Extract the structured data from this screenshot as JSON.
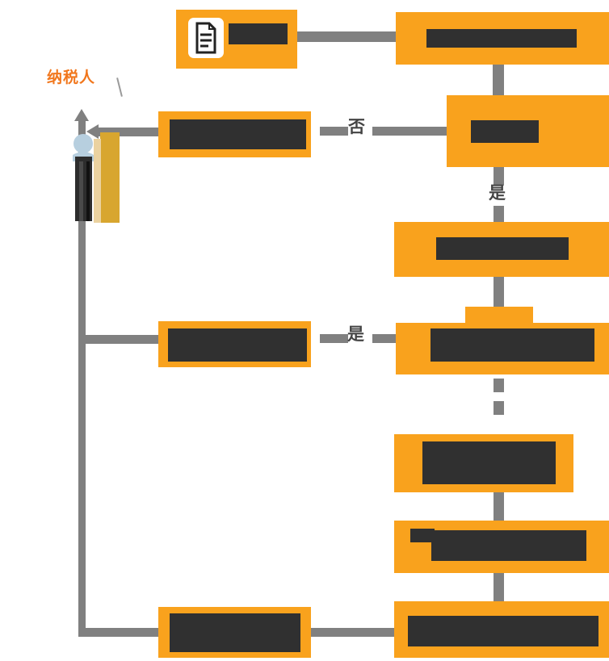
{
  "diagram": {
    "type": "flowchart",
    "description": "Taxpayer process flowchart; step labels shown as dark redacted bars"
  },
  "colors": {
    "canvas_bg": "#FFFFFF",
    "box_orange": "#F9A21D",
    "bar_dark": "#303030",
    "connector_gray": "#808080",
    "taxpayer_label": "#F1771D",
    "decision_text": "#444444",
    "figure_head": "#B7CFDF",
    "figure_gold": "#D8A62F",
    "figure_tan": "#EBD2A0",
    "figure_dark": "#2D2D2D"
  },
  "labels": {
    "taxpayer": "纳税人",
    "no": "否",
    "yes_1": "是",
    "yes_2": "是"
  },
  "icons": {
    "document": "document-icon",
    "person": "taxpayer-figure-icon",
    "arrow_up": "arrow-up-icon",
    "arrow_left": "arrow-left-icon"
  },
  "nodes": [
    {
      "id": "start-with-document-icon",
      "label_redacted": true
    },
    {
      "id": "top-right-process",
      "label_redacted": true
    },
    {
      "id": "decision-1",
      "label_redacted": true
    },
    {
      "id": "left-return-1",
      "label_redacted": true
    },
    {
      "id": "process-2",
      "label_redacted": true
    },
    {
      "id": "decision-2-tabbed",
      "label_redacted": true
    },
    {
      "id": "left-return-2",
      "label_redacted": true
    },
    {
      "id": "process-3",
      "label_redacted": true
    },
    {
      "id": "process-4",
      "label_redacted": true
    },
    {
      "id": "process-5",
      "label_redacted": true
    },
    {
      "id": "left-bottom-end",
      "label_redacted": true
    }
  ]
}
